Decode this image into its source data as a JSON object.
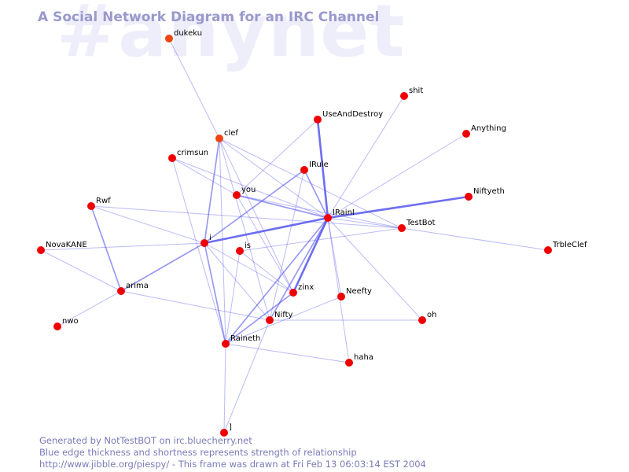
{
  "watermark": "#anynet",
  "title": "A Social Network Diagram for an IRC Channel",
  "colors": {
    "edge": "#5555ee",
    "node_red": "#ee0000",
    "node_orange": "#ee4411",
    "title": "#9999cc",
    "watermark": "#eeeefb",
    "footer": "#7a7ab8"
  },
  "nodes": [
    {
      "id": "dukeku",
      "label": "dukeku",
      "color": "orange"
    },
    {
      "id": "clef",
      "label": "clef",
      "color": "orange"
    },
    {
      "id": "shit",
      "label": "shit",
      "color": "red"
    },
    {
      "id": "UseAndDestroy",
      "label": "UseAndDestroy",
      "color": "red"
    },
    {
      "id": "Anything",
      "label": "Anything",
      "color": "red"
    },
    {
      "id": "crimsun",
      "label": "crimsun",
      "color": "red"
    },
    {
      "id": "IRule",
      "label": "IRule",
      "color": "red"
    },
    {
      "id": "you",
      "label": "you",
      "color": "red"
    },
    {
      "id": "Niftyeth",
      "label": "Niftyeth",
      "color": "red"
    },
    {
      "id": "Rwf",
      "label": "Rwf",
      "color": "red"
    },
    {
      "id": "IRainI",
      "label": "IRainI",
      "color": "red"
    },
    {
      "id": "TestBot",
      "label": "TestBot",
      "color": "red"
    },
    {
      "id": "TrbleClef",
      "label": "TrbleClef",
      "color": "red"
    },
    {
      "id": "NovaKANE",
      "label": "NovaKANE",
      "color": "red"
    },
    {
      "id": "i",
      "label": "i",
      "color": "red"
    },
    {
      "id": "is",
      "label": "is",
      "color": "red"
    },
    {
      "id": "arima",
      "label": "arima",
      "color": "red"
    },
    {
      "id": "zinx",
      "label": "zinx",
      "color": "red"
    },
    {
      "id": "Neefty",
      "label": "Neefty",
      "color": "red"
    },
    {
      "id": "nwo",
      "label": "nwo",
      "color": "red"
    },
    {
      "id": "Nifty",
      "label": "Nifty",
      "color": "red"
    },
    {
      "id": "oh",
      "label": "oh",
      "color": "red"
    },
    {
      "id": "Raineth",
      "label": "Raineth",
      "color": "red"
    },
    {
      "id": "haha",
      "label": "haha",
      "color": "red"
    },
    {
      "id": "bracket",
      "label": "]",
      "color": "red"
    }
  ],
  "edges": [
    {
      "from": "dukeku",
      "to": "clef",
      "strength": 1
    },
    {
      "from": "clef",
      "to": "i",
      "strength": 2
    },
    {
      "from": "clef",
      "to": "IRainI",
      "strength": 1
    },
    {
      "from": "clef",
      "to": "TestBot",
      "strength": 1
    },
    {
      "from": "clef",
      "to": "Raineth",
      "strength": 1
    },
    {
      "from": "clef",
      "to": "Nifty",
      "strength": 1
    },
    {
      "from": "clef",
      "to": "zinx",
      "strength": 1
    },
    {
      "from": "UseAndDestroy",
      "to": "IRainI",
      "strength": 3
    },
    {
      "from": "UseAndDestroy",
      "to": "you",
      "strength": 1
    },
    {
      "from": "shit",
      "to": "IRainI",
      "strength": 1
    },
    {
      "from": "Anything",
      "to": "IRainI",
      "strength": 1
    },
    {
      "from": "Niftyeth",
      "to": "IRainI",
      "strength": 3
    },
    {
      "from": "TestBot",
      "to": "IRainI",
      "strength": 1
    },
    {
      "from": "TestBot",
      "to": "TrbleClef",
      "strength": 1
    },
    {
      "from": "TestBot",
      "to": "is",
      "strength": 1
    },
    {
      "from": "TestBot",
      "to": "you",
      "strength": 1
    },
    {
      "from": "IRule",
      "to": "IRainI",
      "strength": 2
    },
    {
      "from": "IRule",
      "to": "i",
      "strength": 2
    },
    {
      "from": "IRule",
      "to": "Nifty",
      "strength": 1
    },
    {
      "from": "crimsun",
      "to": "IRainI",
      "strength": 1
    },
    {
      "from": "crimsun",
      "to": "you",
      "strength": 1
    },
    {
      "from": "crimsun",
      "to": "Raineth",
      "strength": 1
    },
    {
      "from": "you",
      "to": "IRainI",
      "strength": 2
    },
    {
      "from": "you",
      "to": "zinx",
      "strength": 1
    },
    {
      "from": "Rwf",
      "to": "i",
      "strength": 1
    },
    {
      "from": "Rwf",
      "to": "arima",
      "strength": 2
    },
    {
      "from": "Rwf",
      "to": "TestBot",
      "strength": 1
    },
    {
      "from": "NovaKANE",
      "to": "i",
      "strength": 1
    },
    {
      "from": "NovaKANE",
      "to": "arima",
      "strength": 1
    },
    {
      "from": "nwo",
      "to": "arima",
      "strength": 1
    },
    {
      "from": "i",
      "to": "IRainI",
      "strength": 3
    },
    {
      "from": "i",
      "to": "arima",
      "strength": 2
    },
    {
      "from": "i",
      "to": "Raineth",
      "strength": 2
    },
    {
      "from": "i",
      "to": "zinx",
      "strength": 1
    },
    {
      "from": "i",
      "to": "Nifty",
      "strength": 1
    },
    {
      "from": "is",
      "to": "Raineth",
      "strength": 1
    },
    {
      "from": "is",
      "to": "zinx",
      "strength": 1
    },
    {
      "from": "IRainI",
      "to": "zinx",
      "strength": 3
    },
    {
      "from": "IRainI",
      "to": "Nifty",
      "strength": 2
    },
    {
      "from": "IRainI",
      "to": "Raineth",
      "strength": 2
    },
    {
      "from": "IRainI",
      "to": "haha",
      "strength": 1
    },
    {
      "from": "IRainI",
      "to": "Neefty",
      "strength": 1
    },
    {
      "from": "IRainI",
      "to": "oh",
      "strength": 1
    },
    {
      "from": "arima",
      "to": "Nifty",
      "strength": 1
    },
    {
      "from": "zinx",
      "to": "Raineth",
      "strength": 2
    },
    {
      "from": "Neefty",
      "to": "Raineth",
      "strength": 1
    },
    {
      "from": "Nifty",
      "to": "oh",
      "strength": 1
    },
    {
      "from": "Nifty",
      "to": "bracket",
      "strength": 1
    },
    {
      "from": "Raineth",
      "to": "haha",
      "strength": 1
    },
    {
      "from": "Raineth",
      "to": "bracket",
      "strength": 1
    }
  ],
  "footer": {
    "line1": "Generated by NotTestBOT on irc.bluecherry.net",
    "line2": "Blue edge thickness and shortness represents strength of relationship",
    "line3": "http://www.jibble.org/piespy/ - This frame was drawn at Fri Feb 13 06:03:14 EST 2004"
  }
}
